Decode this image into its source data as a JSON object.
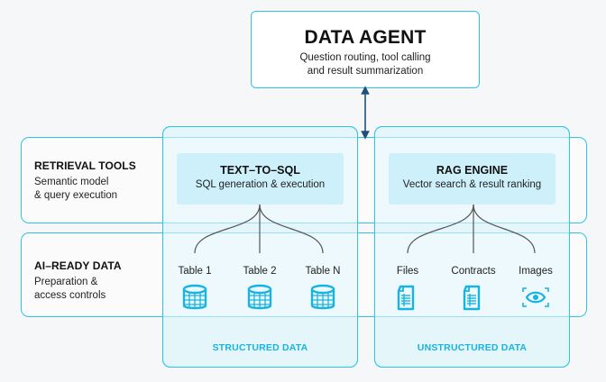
{
  "agent": {
    "title": "DATA AGENT",
    "subtitle_line1": "Question routing, tool calling",
    "subtitle_line2": "and result summarization"
  },
  "rows": [
    {
      "title": "RETRIEVAL TOOLS",
      "subtitle_line1": "Semantic model",
      "subtitle_line2": "& query execution"
    },
    {
      "title": "AI–READY DATA",
      "subtitle_line1": "Preparation &",
      "subtitle_line2": "access controls"
    }
  ],
  "columns": [
    {
      "label": "STRUCTURED DATA",
      "engine": {
        "title": "TEXT–TO–SQL",
        "subtitle": "SQL generation & execution"
      },
      "items": [
        {
          "label": "Table 1",
          "icon": "database-icon"
        },
        {
          "label": "Table 2",
          "icon": "database-icon"
        },
        {
          "label": "Table N",
          "icon": "database-icon"
        }
      ]
    },
    {
      "label": "UNSTRUCTURED DATA",
      "engine": {
        "title": "RAG ENGINE",
        "subtitle": "Vector search & result ranking"
      },
      "items": [
        {
          "label": "Files",
          "icon": "document-icon"
        },
        {
          "label": "Contracts",
          "icon": "document-icon"
        },
        {
          "label": "Images",
          "icon": "eye-scan-icon"
        }
      ]
    }
  ],
  "colors": {
    "accent": "#2ec4ea",
    "accent_text": "#17b3e2",
    "engine_fill": "#cdf0fa",
    "arrow": "#1d4f7a",
    "connector": "#555555"
  }
}
